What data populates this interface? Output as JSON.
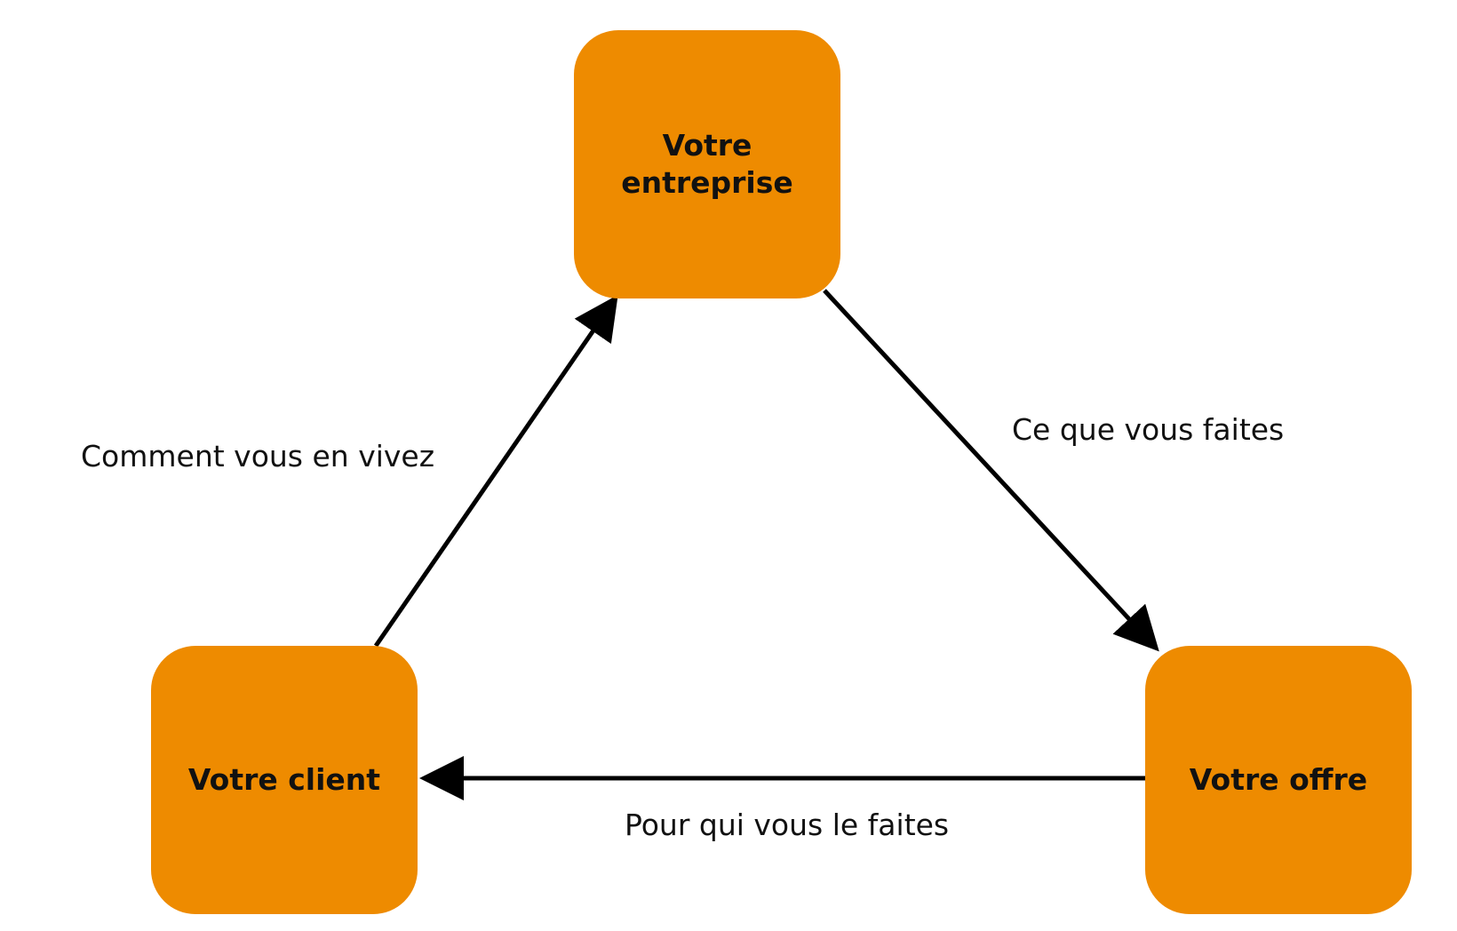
{
  "colors": {
    "node_fill": "#EE8B00",
    "arrow": "#000000",
    "text": "#111111"
  },
  "nodes": {
    "company": {
      "label": "Votre entreprise"
    },
    "client": {
      "label": "Votre client"
    },
    "offer": {
      "label": "Votre offre"
    }
  },
  "edges": {
    "client_to_company": {
      "label": "Comment vous en vivez"
    },
    "company_to_offer": {
      "label": "Ce que vous faites"
    },
    "offer_to_client": {
      "label": "Pour qui vous le faites"
    }
  }
}
